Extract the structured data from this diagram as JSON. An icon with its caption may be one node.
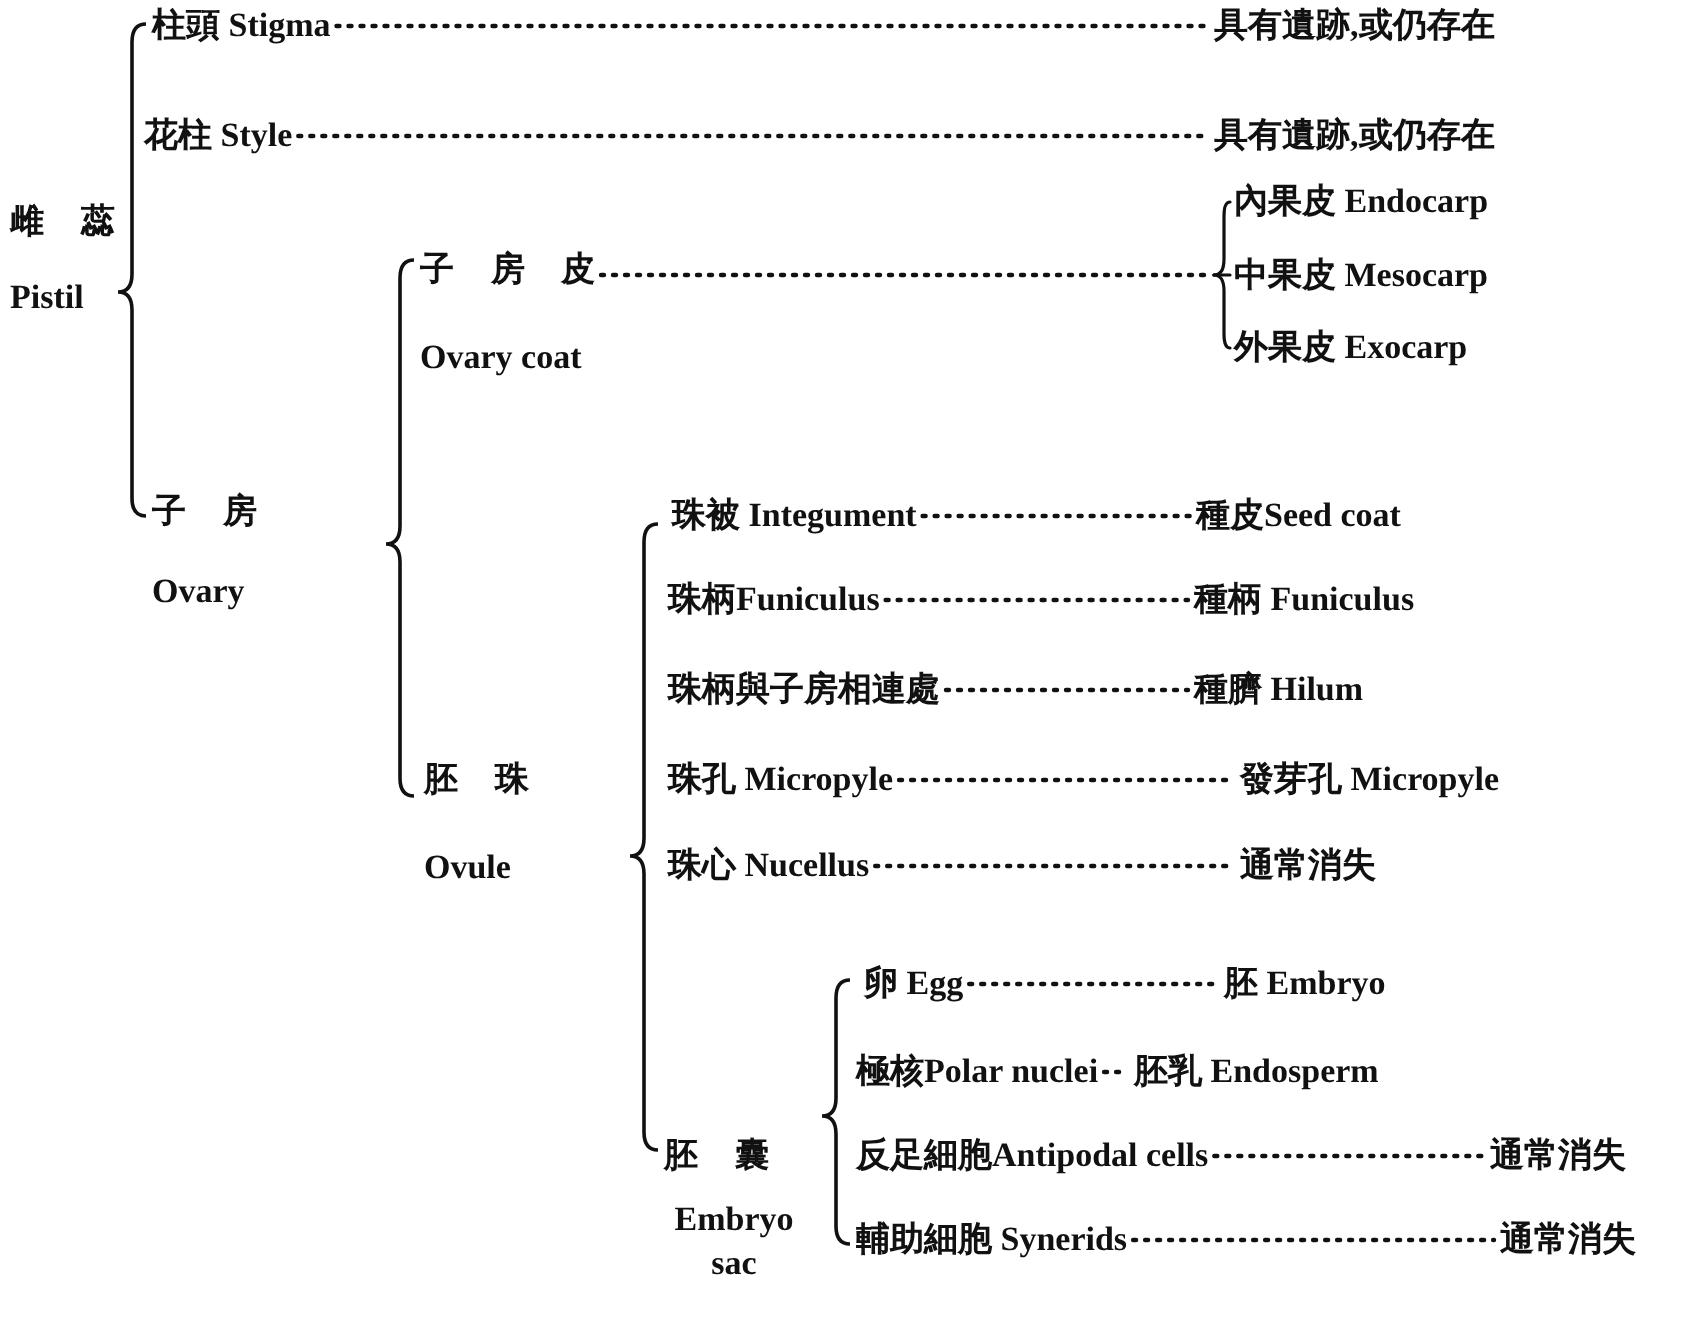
{
  "diagram": {
    "nodes": [
      {
        "text": [
          "雌 蕊",
          "Pistil"
        ]
      },
      {
        "text": [
          "柱頭 Stigma"
        ]
      },
      {
        "text": [
          "具有遺跡,或仍存在"
        ]
      },
      {
        "text": [
          "花柱 Style"
        ]
      },
      {
        "text": [
          "具有遺跡,或仍存在"
        ]
      },
      {
        "text": [
          "子 房",
          "Ovary"
        ]
      },
      {
        "text": [
          "子 房 皮",
          "Ovary coat"
        ]
      },
      {
        "text": [
          "內果皮 Endocarp"
        ]
      },
      {
        "text": [
          "中果皮 Mesocarp"
        ]
      },
      {
        "text": [
          "外果皮 Exocarp"
        ]
      },
      {
        "text": [
          "胚 珠",
          "Ovule"
        ]
      },
      {
        "text": [
          "珠被 Integument"
        ]
      },
      {
        "text": [
          "種皮Seed coat"
        ]
      },
      {
        "text": [
          "珠柄Funiculus"
        ]
      },
      {
        "text": [
          "種柄 Funiculus"
        ]
      },
      {
        "text": [
          "珠柄與子房相連處"
        ]
      },
      {
        "text": [
          "種臍 Hilum"
        ]
      },
      {
        "text": [
          "珠孔 Micropyle"
        ]
      },
      {
        "text": [
          "發芽孔 Micropyle"
        ]
      },
      {
        "text": [
          "珠心 Nucellus"
        ]
      },
      {
        "text": [
          "通常消失"
        ]
      },
      {
        "text": [
          "胚 囊",
          "Embryo sac"
        ]
      },
      {
        "text": [
          "卵 Egg"
        ]
      },
      {
        "text": [
          "胚 Embryo"
        ]
      },
      {
        "text": [
          "極核Polar nuclei"
        ]
      },
      {
        "text": [
          "胚乳 Endosperm"
        ]
      },
      {
        "text": [
          "反足細胞Antipodal cells"
        ]
      },
      {
        "text": [
          "通常消失"
        ]
      },
      {
        "text": [
          "輔助細胞 Synerids"
        ]
      },
      {
        "text": [
          "通常消失"
        ]
      }
    ],
    "edges": [
      {
        "from": 1,
        "to": 2,
        "arrow": "none",
        "style": "dashed"
      },
      {
        "from": 3,
        "to": 4,
        "arrow": "none",
        "style": "dashed"
      },
      {
        "from": 6,
        "to": 7,
        "arrow": "none",
        "style": "dashed"
      },
      {
        "from": 6,
        "to": 8,
        "arrow": "none",
        "style": "dashed"
      },
      {
        "from": 6,
        "to": 9,
        "arrow": "none",
        "style": "dashed"
      },
      {
        "from": 11,
        "to": 12,
        "arrow": "none",
        "style": "dashed"
      },
      {
        "from": 13,
        "to": 14,
        "arrow": "none",
        "style": "dashed"
      },
      {
        "from": 15,
        "to": 16,
        "arrow": "none",
        "style": "dashed"
      },
      {
        "from": 17,
        "to": 18,
        "arrow": "none",
        "style": "dashed"
      },
      {
        "from": 19,
        "to": 20,
        "arrow": "none",
        "style": "dashed"
      },
      {
        "from": 22,
        "to": 23,
        "arrow": "none",
        "style": "dashed"
      },
      {
        "from": 24,
        "to": 25,
        "arrow": "none",
        "style": "dashed"
      },
      {
        "from": 26,
        "to": 27,
        "arrow": "none",
        "style": "dashed"
      },
      {
        "from": 28,
        "to": 29,
        "arrow": "none",
        "style": "dashed"
      }
    ]
  }
}
